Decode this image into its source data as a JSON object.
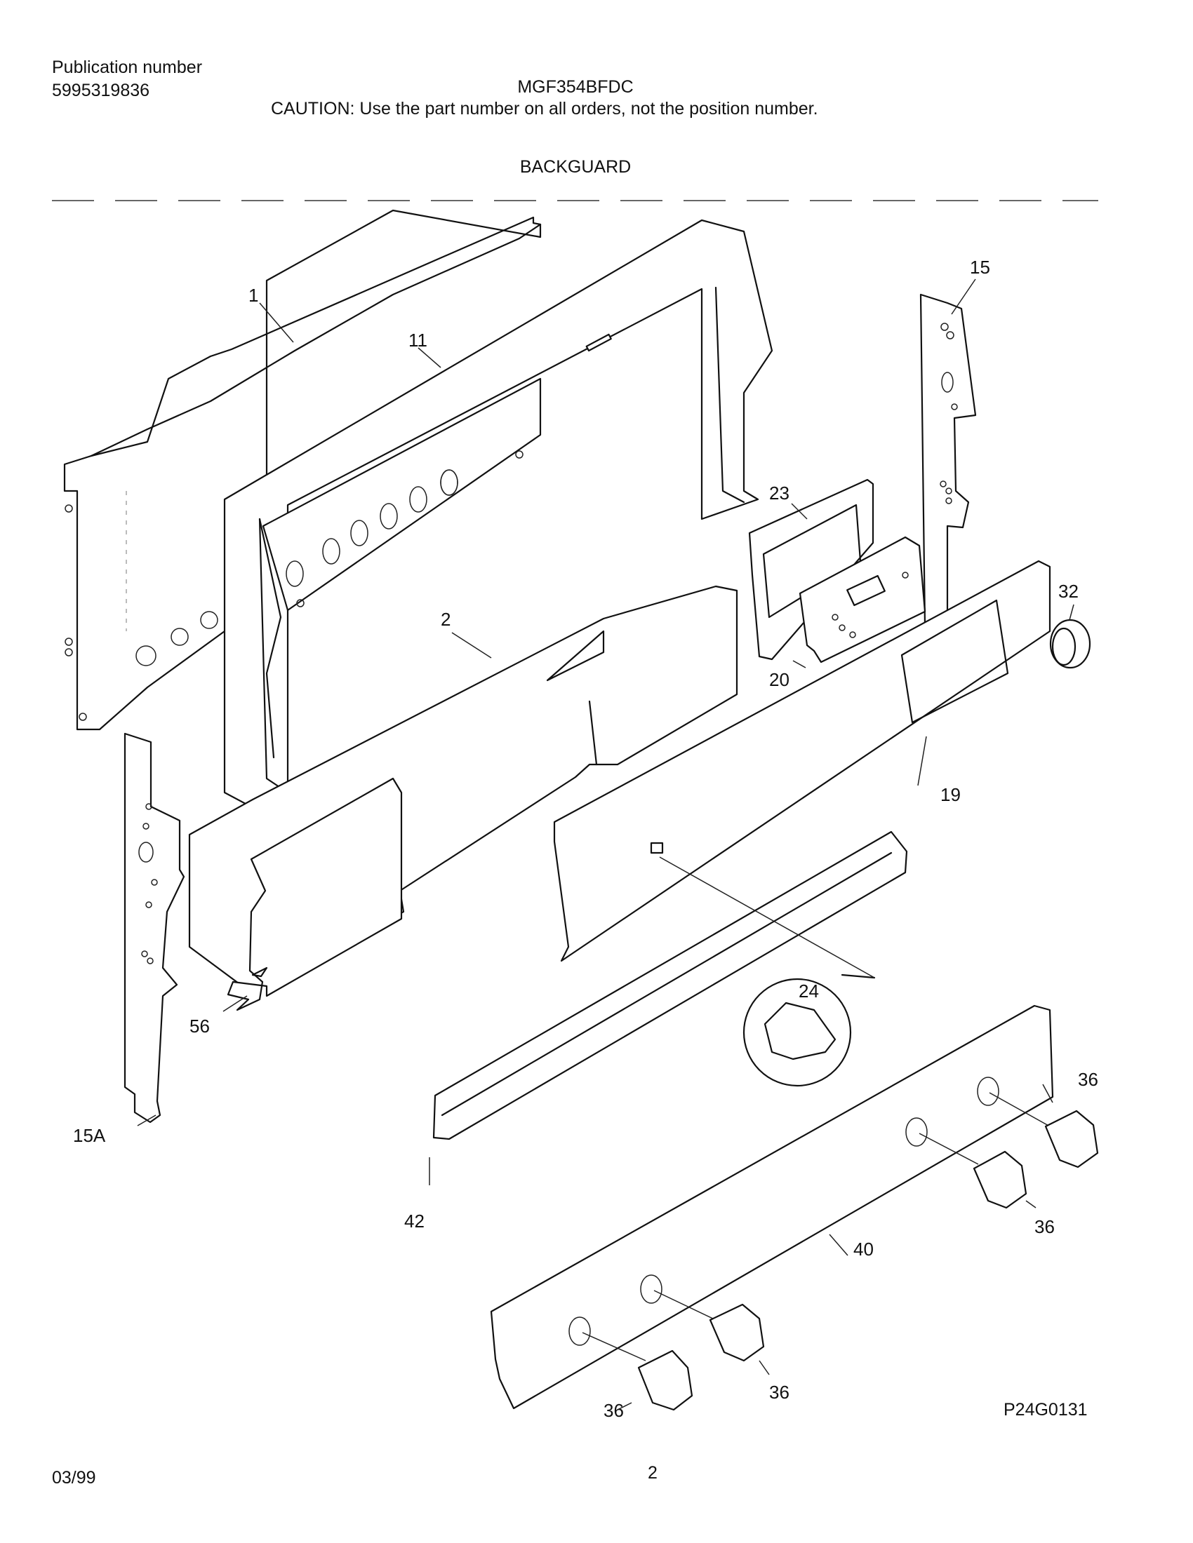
{
  "header": {
    "publication_label": "Publication number",
    "publication_number": "5995319836",
    "model": "MGF354BFDC",
    "caution": "CAUTION:  Use the part number on all orders, not the position number.",
    "section_title": "BACKGUARD"
  },
  "callouts": [
    "1",
    "11",
    "2",
    "15",
    "15A",
    "19",
    "20",
    "23",
    "24",
    "32",
    "36",
    "36",
    "36",
    "36",
    "36",
    "40",
    "42",
    "56"
  ],
  "footer": {
    "date": "03/99",
    "page_number": "2",
    "drawing_id": "P24G0131"
  }
}
